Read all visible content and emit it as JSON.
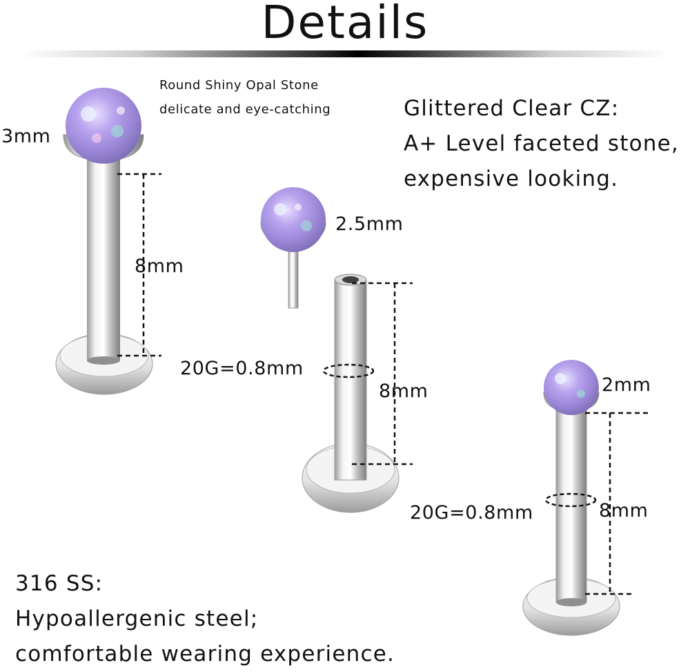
{
  "header": {
    "title": "Details"
  },
  "opal_note": {
    "line1": "Round Shiny Opal Stone",
    "line2": "delicate and eye-catching"
  },
  "cz_note": {
    "line1": "Glittered Clear CZ:",
    "line2": "A+ Level faceted stone,",
    "line3": "expensive looking."
  },
  "material_note": {
    "line1": "316 SS:",
    "line2": "Hypoallergenic steel;",
    "line3": "comfortable wearing experience."
  },
  "labret_large": {
    "stone_size": "3mm",
    "bar_length": "8mm"
  },
  "top_part": {
    "stone_size": "2.5mm"
  },
  "labret_middle": {
    "gauge": "20G=0.8mm",
    "bar_length": "8mm"
  },
  "labret_small": {
    "stone_size": "2mm",
    "gauge": "20G=0.8mm",
    "bar_length": "8mm"
  },
  "colors": {
    "opal": "#b9a6e6",
    "steel": "#c9c9c9",
    "text": "#111111"
  }
}
